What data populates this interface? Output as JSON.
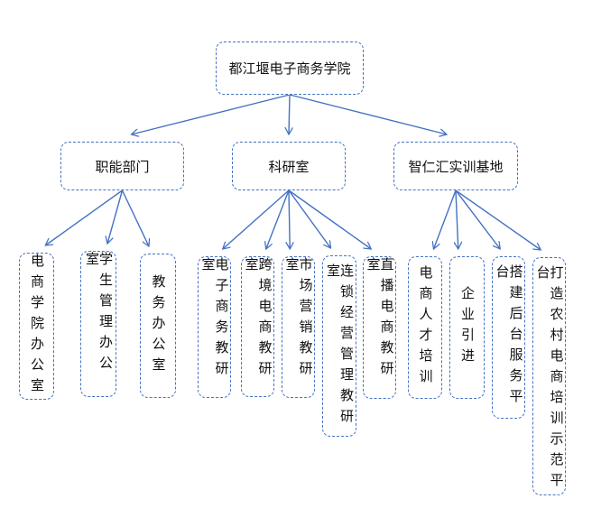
{
  "diagram": {
    "type": "org-chart",
    "line_color": "#4472c4",
    "root": {
      "label": "都江堰电子商务学院",
      "children": [
        {
          "label": "职能部门",
          "children": [
            {
              "label": "电商学院办公室"
            },
            {
              "label": "学生管理办公室"
            },
            {
              "label": "教务办公室"
            }
          ]
        },
        {
          "label": "科研室",
          "children": [
            {
              "label": "电子商务教研室"
            },
            {
              "label": "跨境电商教研室"
            },
            {
              "label": "市场营销教研室"
            },
            {
              "label": "连锁经营管理教研室"
            },
            {
              "label": "直播电商教研室"
            }
          ]
        },
        {
          "label": "智仁汇实训基地",
          "children": [
            {
              "label": "电商人才培训"
            },
            {
              "label": "企业引进"
            },
            {
              "label": "搭建后台服务平台"
            },
            {
              "label": "打造农村电商培训示范平台"
            }
          ]
        }
      ]
    }
  }
}
